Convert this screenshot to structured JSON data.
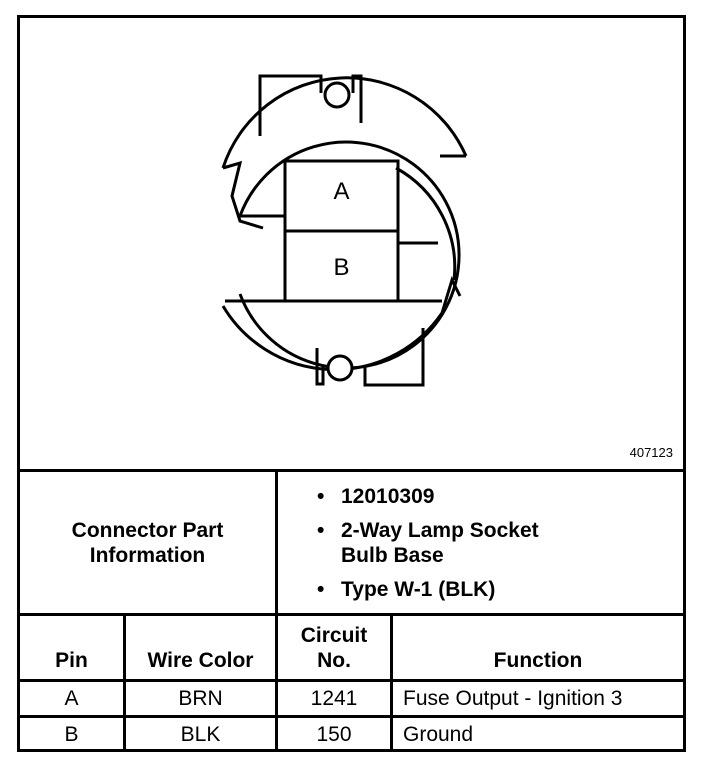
{
  "diagram": {
    "figure_id": "407123",
    "pin_labels": [
      "A",
      "B"
    ]
  },
  "connector_info": {
    "label_line1": "Connector Part",
    "label_line2": "Information",
    "bullets": [
      {
        "text": "12010309"
      },
      {
        "text": "2-Way Lamp Socket\nBulb Base"
      },
      {
        "text": "Type W-1 (BLK)"
      }
    ]
  },
  "table": {
    "headers": {
      "pin": "Pin",
      "wire_color": "Wire Color",
      "circuit_line1": "Circuit",
      "circuit_line2": "No.",
      "function": "Function"
    },
    "rows": [
      {
        "pin": "A",
        "wire_color": "BRN",
        "circuit": "1241",
        "function": "Fuse Output - Ignition 3"
      },
      {
        "pin": "B",
        "wire_color": "BLK",
        "circuit": "150",
        "function": "Ground"
      }
    ]
  }
}
